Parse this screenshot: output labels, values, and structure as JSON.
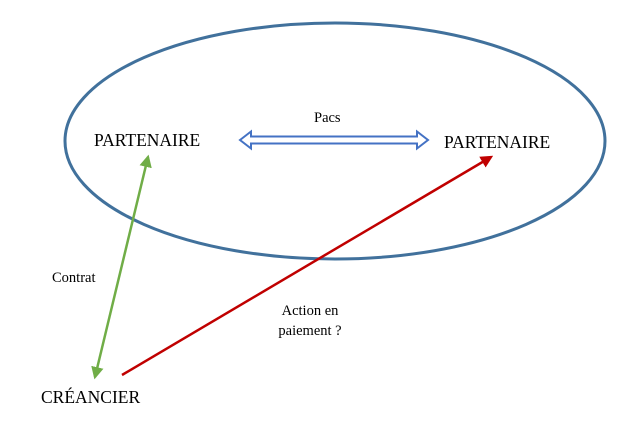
{
  "labels": {
    "partner_left": "PARTENAIRE",
    "partner_right": "PARTENAIRE",
    "pacs": "Pacs",
    "contract": "Contrat",
    "action_line1": "Action en",
    "action_line2": "paiement ?",
    "creditor": "CRÉANCIER"
  },
  "colors": {
    "ellipse": "#41719C",
    "pacs_arrow": "#4472C4",
    "contract_arrow": "#70AD47",
    "action_arrow": "#C00000"
  }
}
